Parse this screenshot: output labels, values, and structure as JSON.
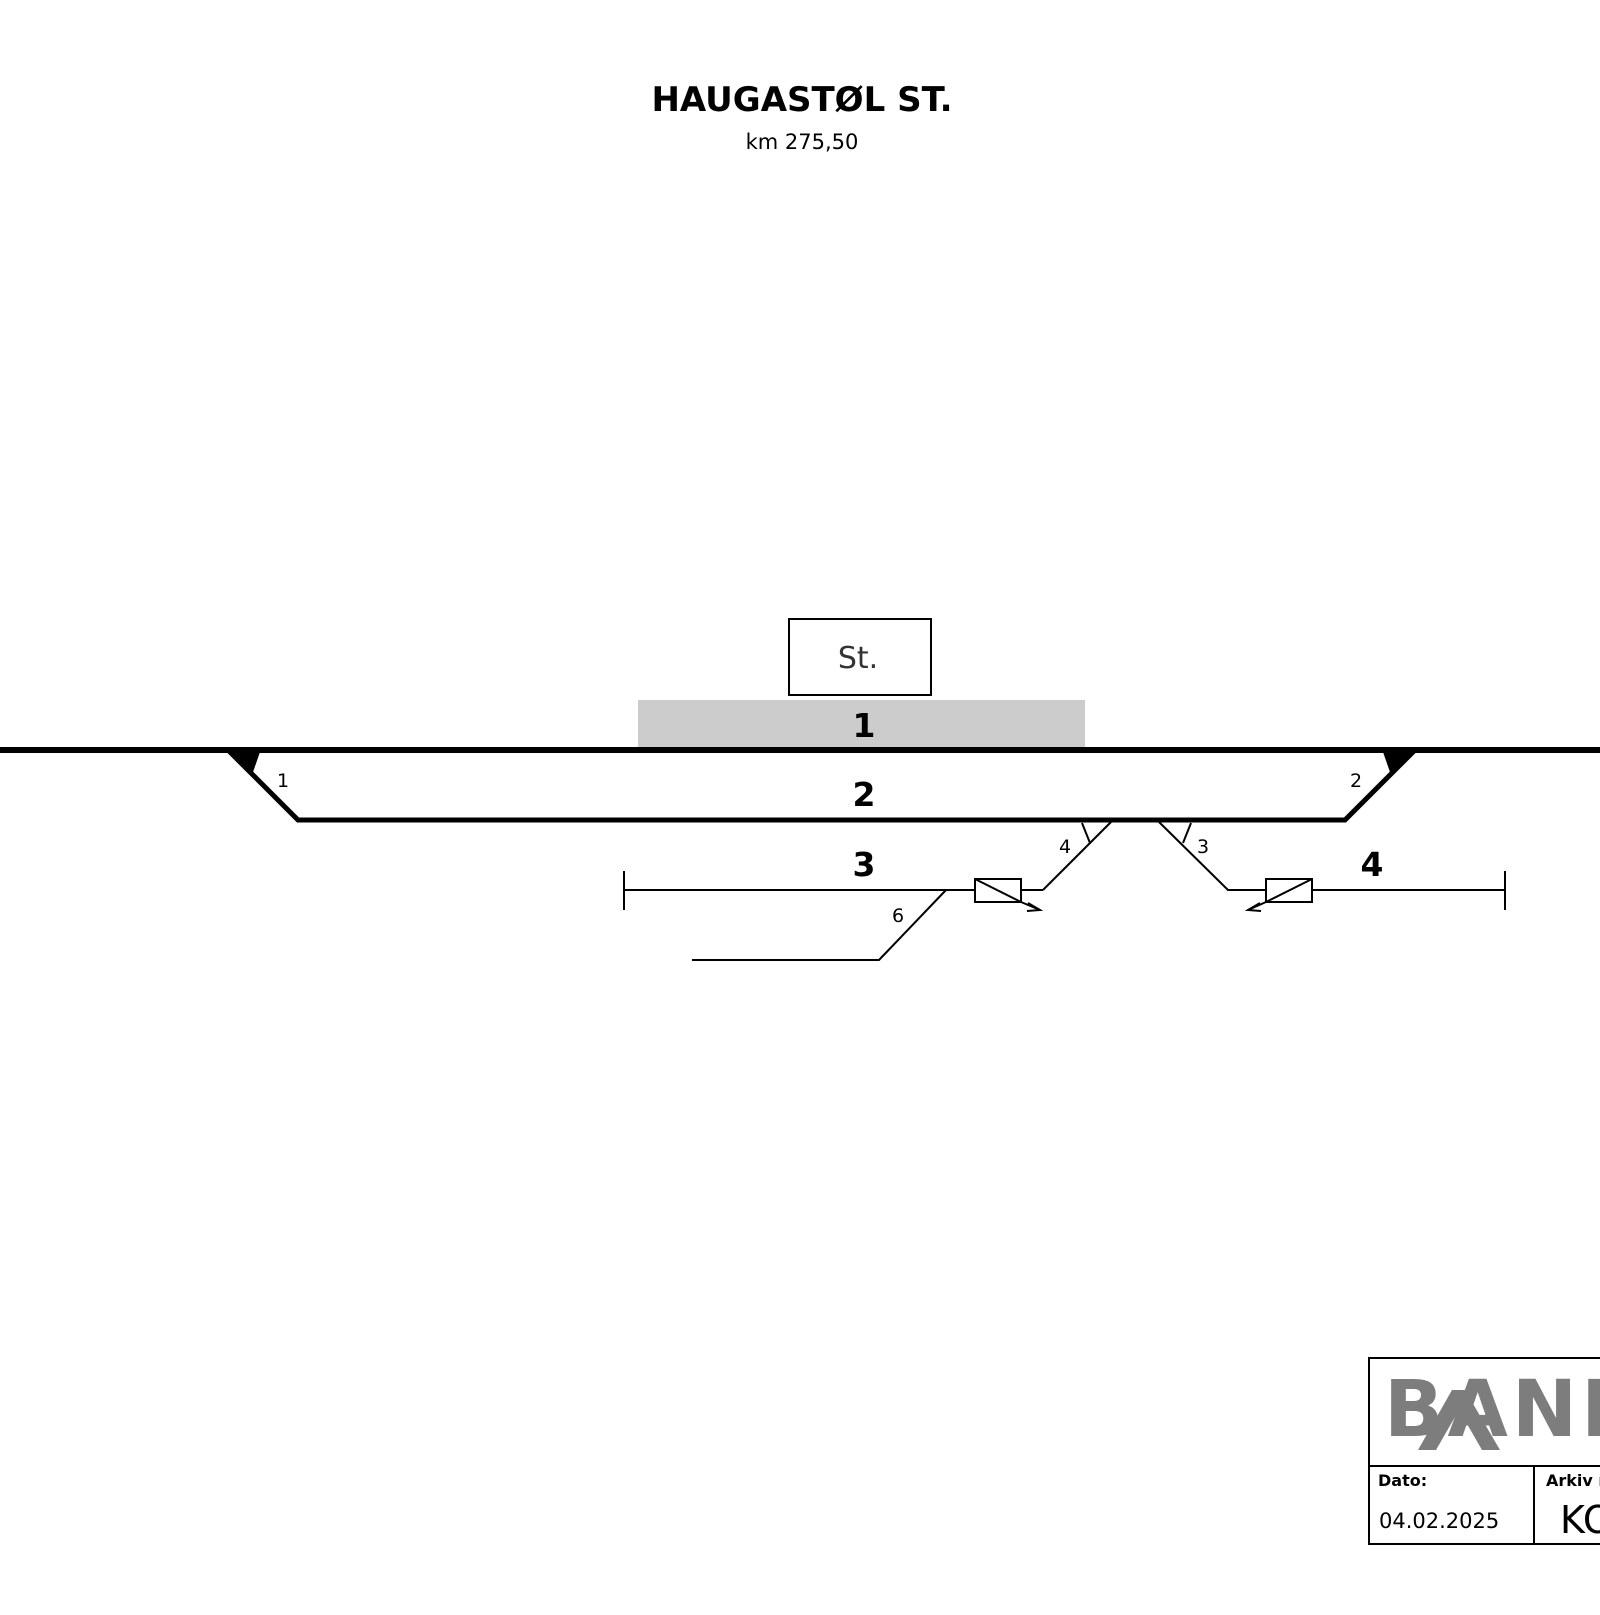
{
  "station": {
    "title": "HAUGASTØL ST.",
    "km": "km 275,50"
  },
  "building": {
    "label": "St."
  },
  "tracks": {
    "platform_1": "1",
    "track_2": "2",
    "track_3": "3",
    "track_4": "4"
  },
  "switches": {
    "s1": "1",
    "s2": "2",
    "s3": "3",
    "s4": "4",
    "s6": "6"
  },
  "title_block": {
    "logo_text": "BANE",
    "dato_label": "Dato:",
    "dato_value": "04.02.2025",
    "arkiv_label": "Arkiv n",
    "arkiv_value": "KO"
  },
  "colors": {
    "line": "#000000",
    "platform": "#cccccc",
    "logo": "#7d7d7d"
  }
}
